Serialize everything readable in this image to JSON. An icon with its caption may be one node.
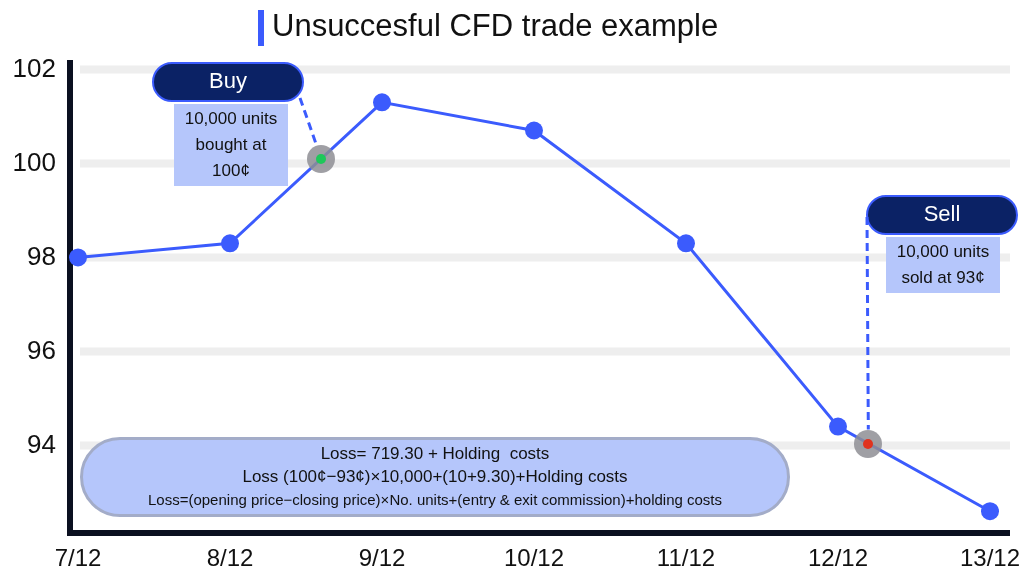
{
  "diagram": {
    "title": "Unsuccesful CFD trade example",
    "nodes": [
      {
        "text": [
          "Buy",
          "10,000 units bought at 100¢"
        ]
      },
      {
        "text": [],
        "shape": "circle"
      },
      {
        "text": [
          "Sell",
          "10,000 units sold at 93¢"
        ]
      },
      {
        "text": [],
        "shape": "circle"
      },
      {
        "text": [
          "Loss= 719.30 + Holding  costs",
          "Loss (100¢−93¢)×10,000+(10+9.30)+Holding costs",
          "Loss=(opening price−closing price)×No. units+(entry & exit commission)+holding costs"
        ]
      }
    ],
    "edges": [
      {
        "from": 0,
        "to": 1,
        "arrow": "none",
        "style": "dashed"
      },
      {
        "from": 2,
        "to": 3,
        "arrow": "none",
        "style": "dashed"
      }
    ],
    "chart_data": {
      "type": "line",
      "categories": [
        "7/12",
        "8/12",
        "9/12",
        "10/12",
        "11/12",
        "12/12",
        "13/12"
      ],
      "grid": true,
      "series": [
        {
          "color": "#3b5bfd",
          "marker": "circle",
          "values": [
            98.0,
            98.3,
            101.3,
            100.7,
            98.3,
            94.4,
            92.6
          ]
        }
      ],
      "ylim": [
        92.2,
        102.2
      ],
      "yticks": [
        94,
        96,
        98,
        100,
        102
      ]
    }
  }
}
